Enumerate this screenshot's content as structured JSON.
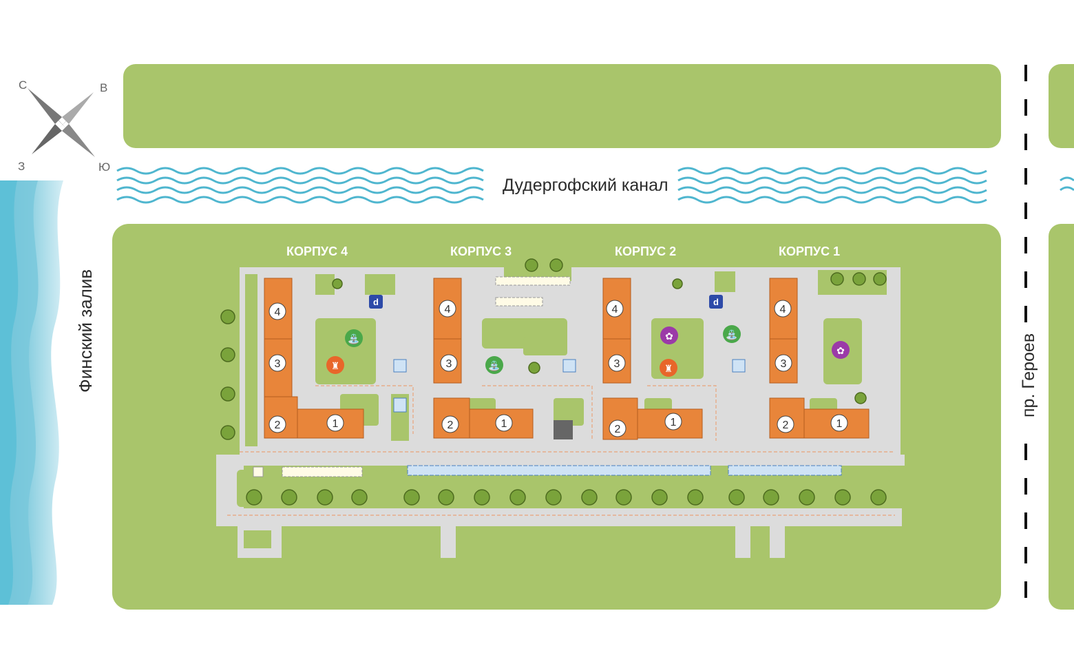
{
  "compass": {
    "north": "С",
    "east": "В",
    "south": "Ю",
    "west": "З"
  },
  "water": {
    "canal": "Дудергофский канал",
    "gulf": "Финский залив"
  },
  "street": {
    "name": "пр. Героев"
  },
  "colors": {
    "grass": "#a9c56b",
    "water": "#4fb6cf",
    "building": "#e8853a",
    "road": "#dcdcdc",
    "sea_light": "#bfe4ef",
    "sea_dark": "#5bbfd6",
    "parking": "#4a7fc0",
    "playground_green": "#4aa84a",
    "playground_orange": "#e8662a",
    "playground_purple": "#9b3aa8"
  },
  "korpus": [
    {
      "title": "КОРПУС 4",
      "sections": [
        "4",
        "3",
        "2",
        "1"
      ]
    },
    {
      "title": "КОРПУС 3",
      "sections": [
        "4",
        "3",
        "2",
        "1"
      ]
    },
    {
      "title": "КОРПУС 2",
      "sections": [
        "4",
        "3",
        "2",
        "1"
      ]
    },
    {
      "title": "КОРПУС 1",
      "sections": [
        "4",
        "3",
        "2",
        "1"
      ]
    }
  ],
  "icons": {
    "parking_sign": "parking-sign-icon",
    "playground": "playground-icon",
    "sport": "sport-ground-icon",
    "dog": "dog-walk-icon"
  }
}
